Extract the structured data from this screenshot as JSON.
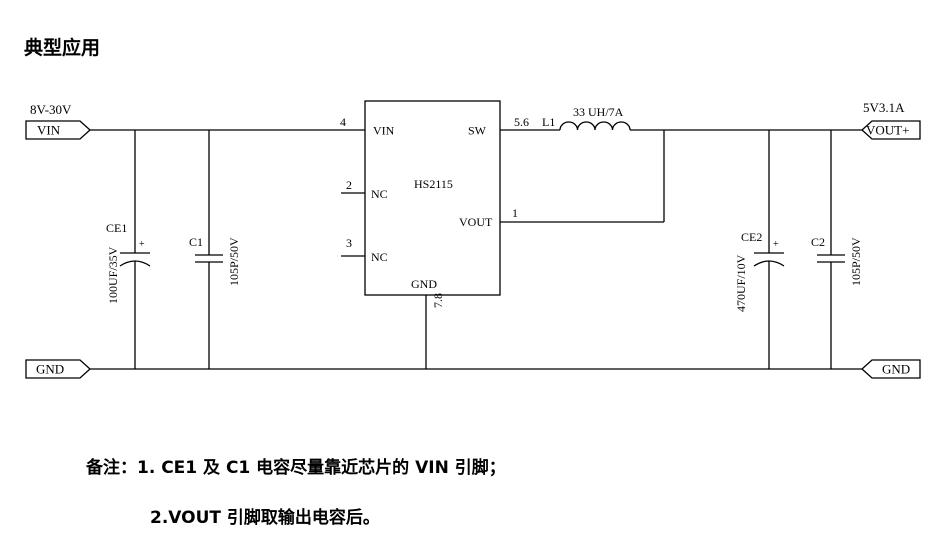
{
  "title": "典型应用",
  "notes": {
    "line1": "备注：1. CE1 及 C1 电容尽量靠近芯片的 VIN 引脚；",
    "line2": "2.VOUT 引脚取输出电容后。"
  },
  "ports": {
    "vin": "VIN",
    "vin_range": "8V-30V",
    "vout": "VOUT+",
    "vout_rating": "5V3.1A",
    "gnd_left": "GND",
    "gnd_right": "GND"
  },
  "ic": {
    "name": "HS2115",
    "pins": {
      "vin": "VIN",
      "vin_num": "4",
      "nc1": "NC",
      "nc1_num": "2",
      "nc2": "NC",
      "nc2_num": "3",
      "sw": "SW",
      "sw_num": "5.6",
      "vout": "VOUT",
      "vout_num": "1",
      "gnd": "GND",
      "gnd_num": "7.8"
    }
  },
  "components": {
    "ce1": {
      "ref": "CE1",
      "value": "100UF/35V",
      "polarity": "+"
    },
    "c1": {
      "ref": "C1",
      "value": "105P/50V"
    },
    "l1": {
      "ref": "L1",
      "value": "33 UH/7A"
    },
    "ce2": {
      "ref": "CE2",
      "value": "470UF/10V",
      "polarity": "+"
    },
    "c2": {
      "ref": "C2",
      "value": "105P/50V"
    }
  }
}
